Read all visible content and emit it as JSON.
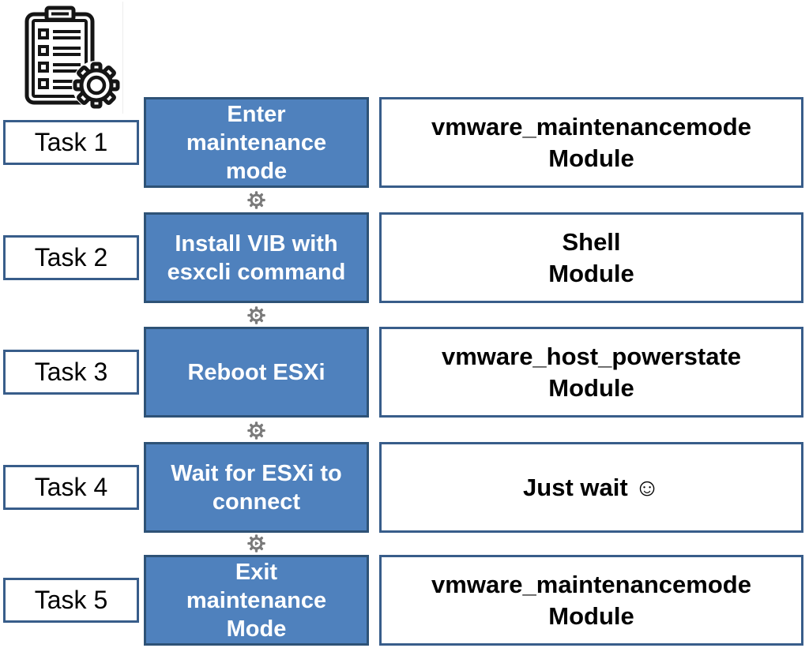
{
  "header": {
    "icon": "checklist-gear-icon"
  },
  "rows": [
    {
      "task": "Task 1",
      "action_lines": [
        "Enter",
        "maintenance",
        "mode"
      ],
      "module_lines": [
        "vmware_maintenancemode",
        "Module"
      ]
    },
    {
      "task": "Task 2",
      "action_lines": [
        "Install VIB with",
        "esxcli command"
      ],
      "module_lines": [
        "Shell",
        "Module"
      ]
    },
    {
      "task": "Task 3",
      "action_lines": [
        "Reboot ESXi"
      ],
      "module_lines": [
        "vmware_host_powerstate",
        "Module"
      ]
    },
    {
      "task": "Task 4",
      "action_lines": [
        "Wait for ESXi to",
        "connect"
      ],
      "module_lines": [
        "Just wait ☺"
      ]
    },
    {
      "task": "Task 5",
      "action_lines": [
        "Exit",
        "maintenance",
        "Mode"
      ],
      "module_lines": [
        "vmware_maintenancemode",
        "Module"
      ]
    }
  ],
  "connectors": {
    "icon": "gear-play-icon",
    "count": 4
  },
  "colors": {
    "action_fill": "#4F81BD",
    "action_border": "#2E5276",
    "box_border": "#385D8A",
    "connector_gray": "#7A7A7A",
    "text_dark": "#000000",
    "text_light": "#FFFFFF"
  }
}
